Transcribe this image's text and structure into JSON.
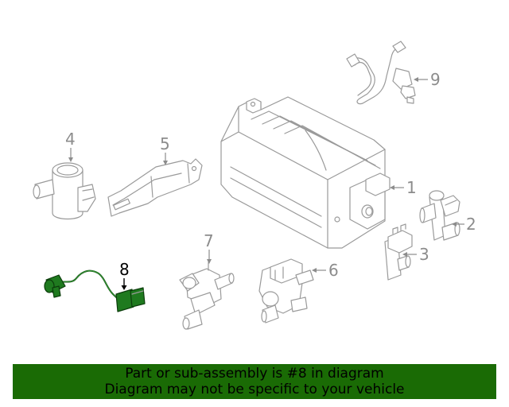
{
  "callouts": {
    "c1": "1",
    "c2": "2",
    "c3": "3",
    "c4": "4",
    "c5": "5",
    "c6": "6",
    "c7": "7",
    "c8": "8",
    "c9": "9"
  },
  "highlight_color": "#1a6b05",
  "banner": {
    "line1": "Part or sub-assembly is #8 in diagram",
    "line2": "Diagram may not be specific to your vehicle"
  }
}
